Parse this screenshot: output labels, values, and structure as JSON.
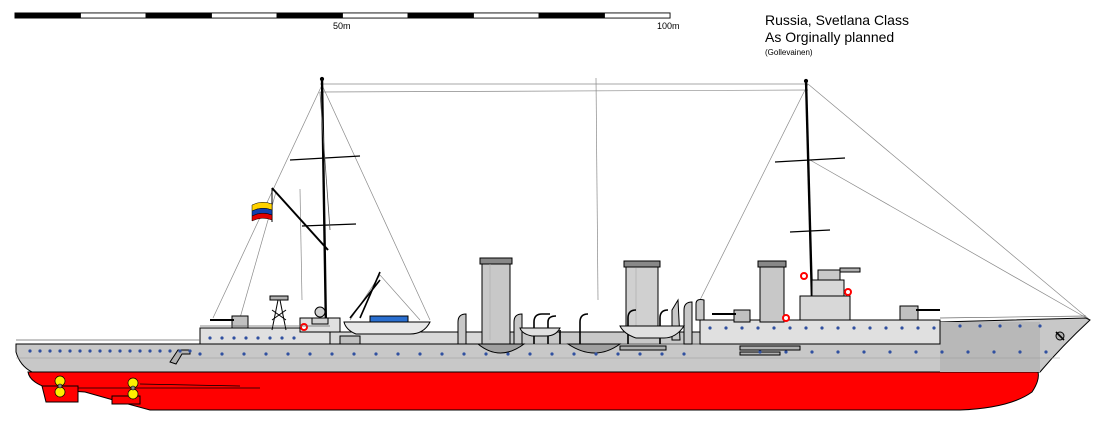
{
  "title": {
    "line1": "Russia, Svetlana Class",
    "line2": "As Orginally planned",
    "credit": "(Gollevainen)"
  },
  "scale": {
    "mid_label": "50m",
    "end_label": "100m"
  },
  "colors": {
    "hull_grey": "#c8c8c8",
    "upper_grey": "#d8d8d8",
    "superstructure_grey": "#e0e0e0",
    "dark_grey": "#9a9a9a",
    "below_waterline_red": "#ff0000",
    "propeller_yellow": "#ffee00",
    "porthole_blue": "#3050a0",
    "outline": "#000000",
    "flag_yellow": "#ffd200",
    "flag_blue": "#1040b0",
    "flag_red": "#e00000",
    "boat_blue": "#2a6fd0"
  },
  "icons": {
    "ensign": "flag-icon",
    "lifebuoy": "lifebuoy-icon",
    "anchor": "anchor-icon",
    "propeller": "propeller-icon"
  }
}
